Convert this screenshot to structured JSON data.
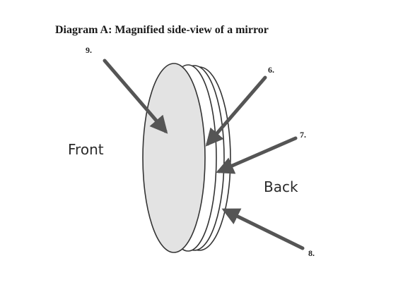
{
  "title": "Diagram A: Magnified side-view of a mirror",
  "labels": {
    "front": "Front",
    "back": "Back"
  },
  "callouts": [
    {
      "number": "9."
    },
    {
      "number": "6."
    },
    {
      "number": "7."
    },
    {
      "number": "8."
    }
  ],
  "colors": {
    "mirror_front_fill": "#e3e3e3",
    "arrow": "#555555",
    "outline": "#333333"
  }
}
